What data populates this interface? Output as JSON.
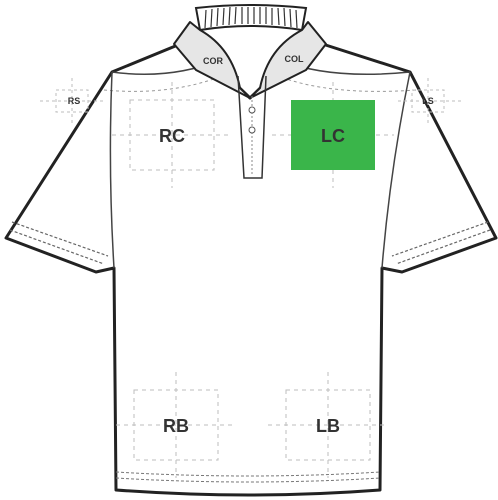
{
  "zones": {
    "cor": "COR",
    "col": "COL",
    "rs": "RS",
    "ls": "LS",
    "rc": "RC",
    "lc": "LC",
    "rb": "RB",
    "lb": "LB"
  },
  "selected_zone": "LC",
  "colors": {
    "selected_fill": "#3ab54a",
    "outline": "#222222",
    "dash": "#bdbdbd",
    "label": "#333333"
  }
}
